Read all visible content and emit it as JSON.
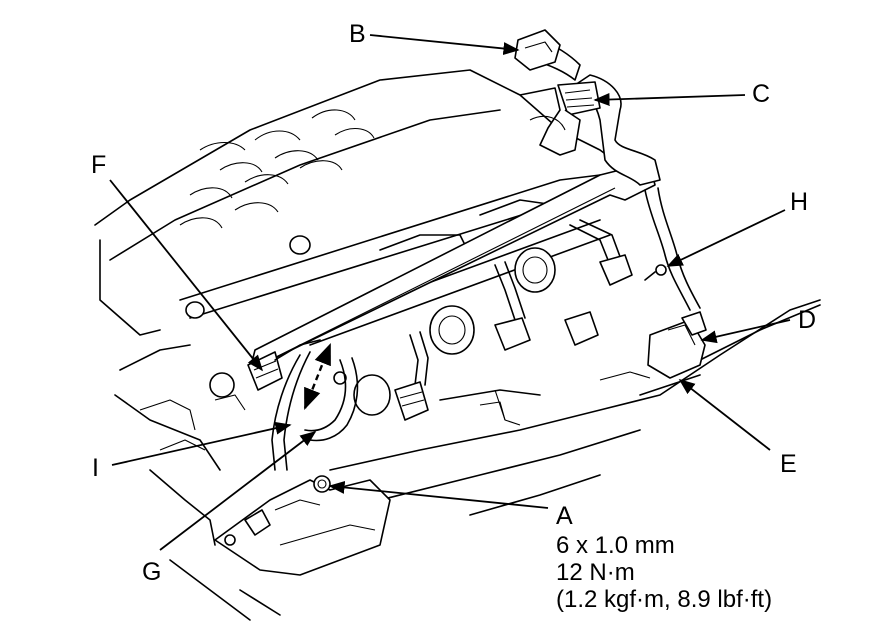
{
  "figure": {
    "labels": {
      "A": "A",
      "B": "B",
      "C": "C",
      "D": "D",
      "E": "E",
      "F": "F",
      "G": "G",
      "H": "H",
      "I": "I"
    },
    "spec": {
      "size": "6 x 1.0 mm",
      "torque": "12 N·m",
      "torque_alt": "(1.2 kgf·m, 8.9 lbf·ft)"
    }
  }
}
